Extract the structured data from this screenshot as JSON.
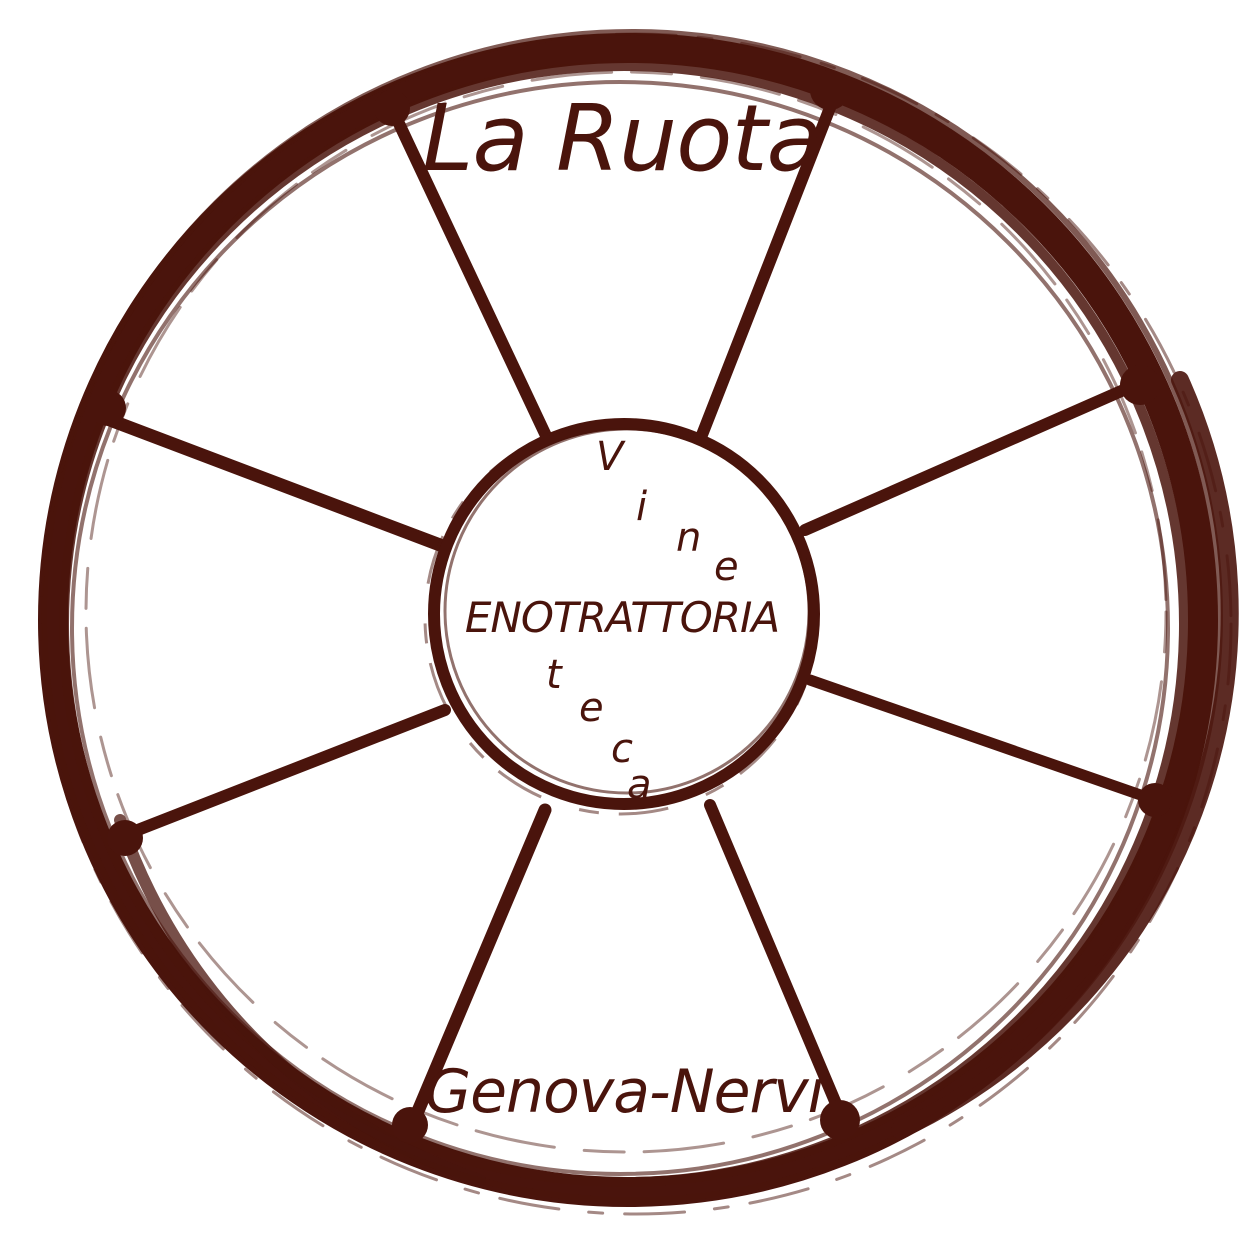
{
  "logo": {
    "title": "La Ruota",
    "center_label": "ENOTRATTORIA",
    "vertical_word_top": "Vine",
    "vertical_word_bottom": "teca",
    "city": "Genova-Nervi"
  },
  "colors": {
    "ink": "#4a140c",
    "background": "#ffffff"
  },
  "icons": {
    "wheel": "wagon-wheel-icon"
  }
}
